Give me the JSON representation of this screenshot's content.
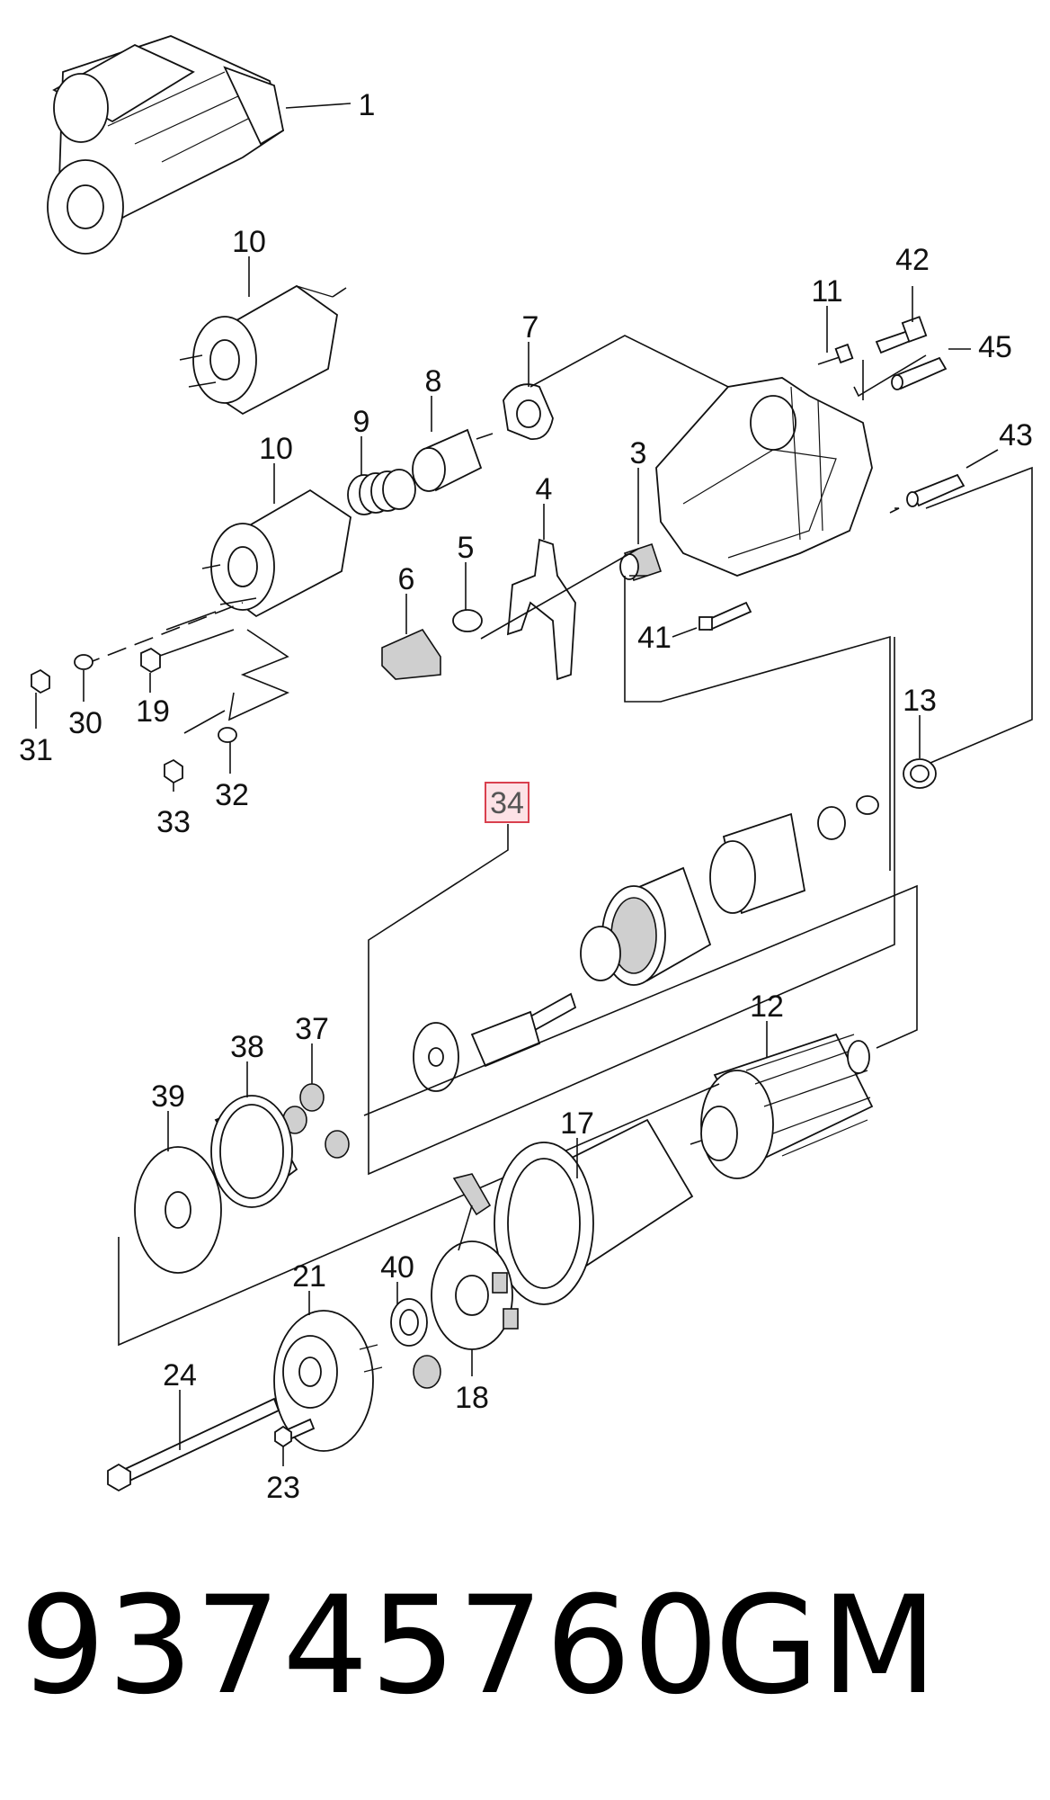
{
  "callouts": {
    "c1": "1",
    "c10a": "10",
    "c10b": "10",
    "c7": "7",
    "c8": "8",
    "c9": "9",
    "c11": "11",
    "c42": "42",
    "c45": "45",
    "c43": "43",
    "c3": "3",
    "c4": "4",
    "c5": "5",
    "c6": "6",
    "c41": "41",
    "c13": "13",
    "c31": "31",
    "c30": "30",
    "c19": "19",
    "c33": "33",
    "c32": "32",
    "c34": "34",
    "c12": "12",
    "c37": "37",
    "c38": "38",
    "c39": "39",
    "c17": "17",
    "c40": "40",
    "c21": "21",
    "c18": "18",
    "c24": "24",
    "c23": "23"
  },
  "footer": {
    "part_number": "93745760",
    "brand": "GM"
  },
  "colors": {
    "highlight_fill": "#fde2e6",
    "highlight_stroke": "#d9404e",
    "line": "#111111"
  }
}
